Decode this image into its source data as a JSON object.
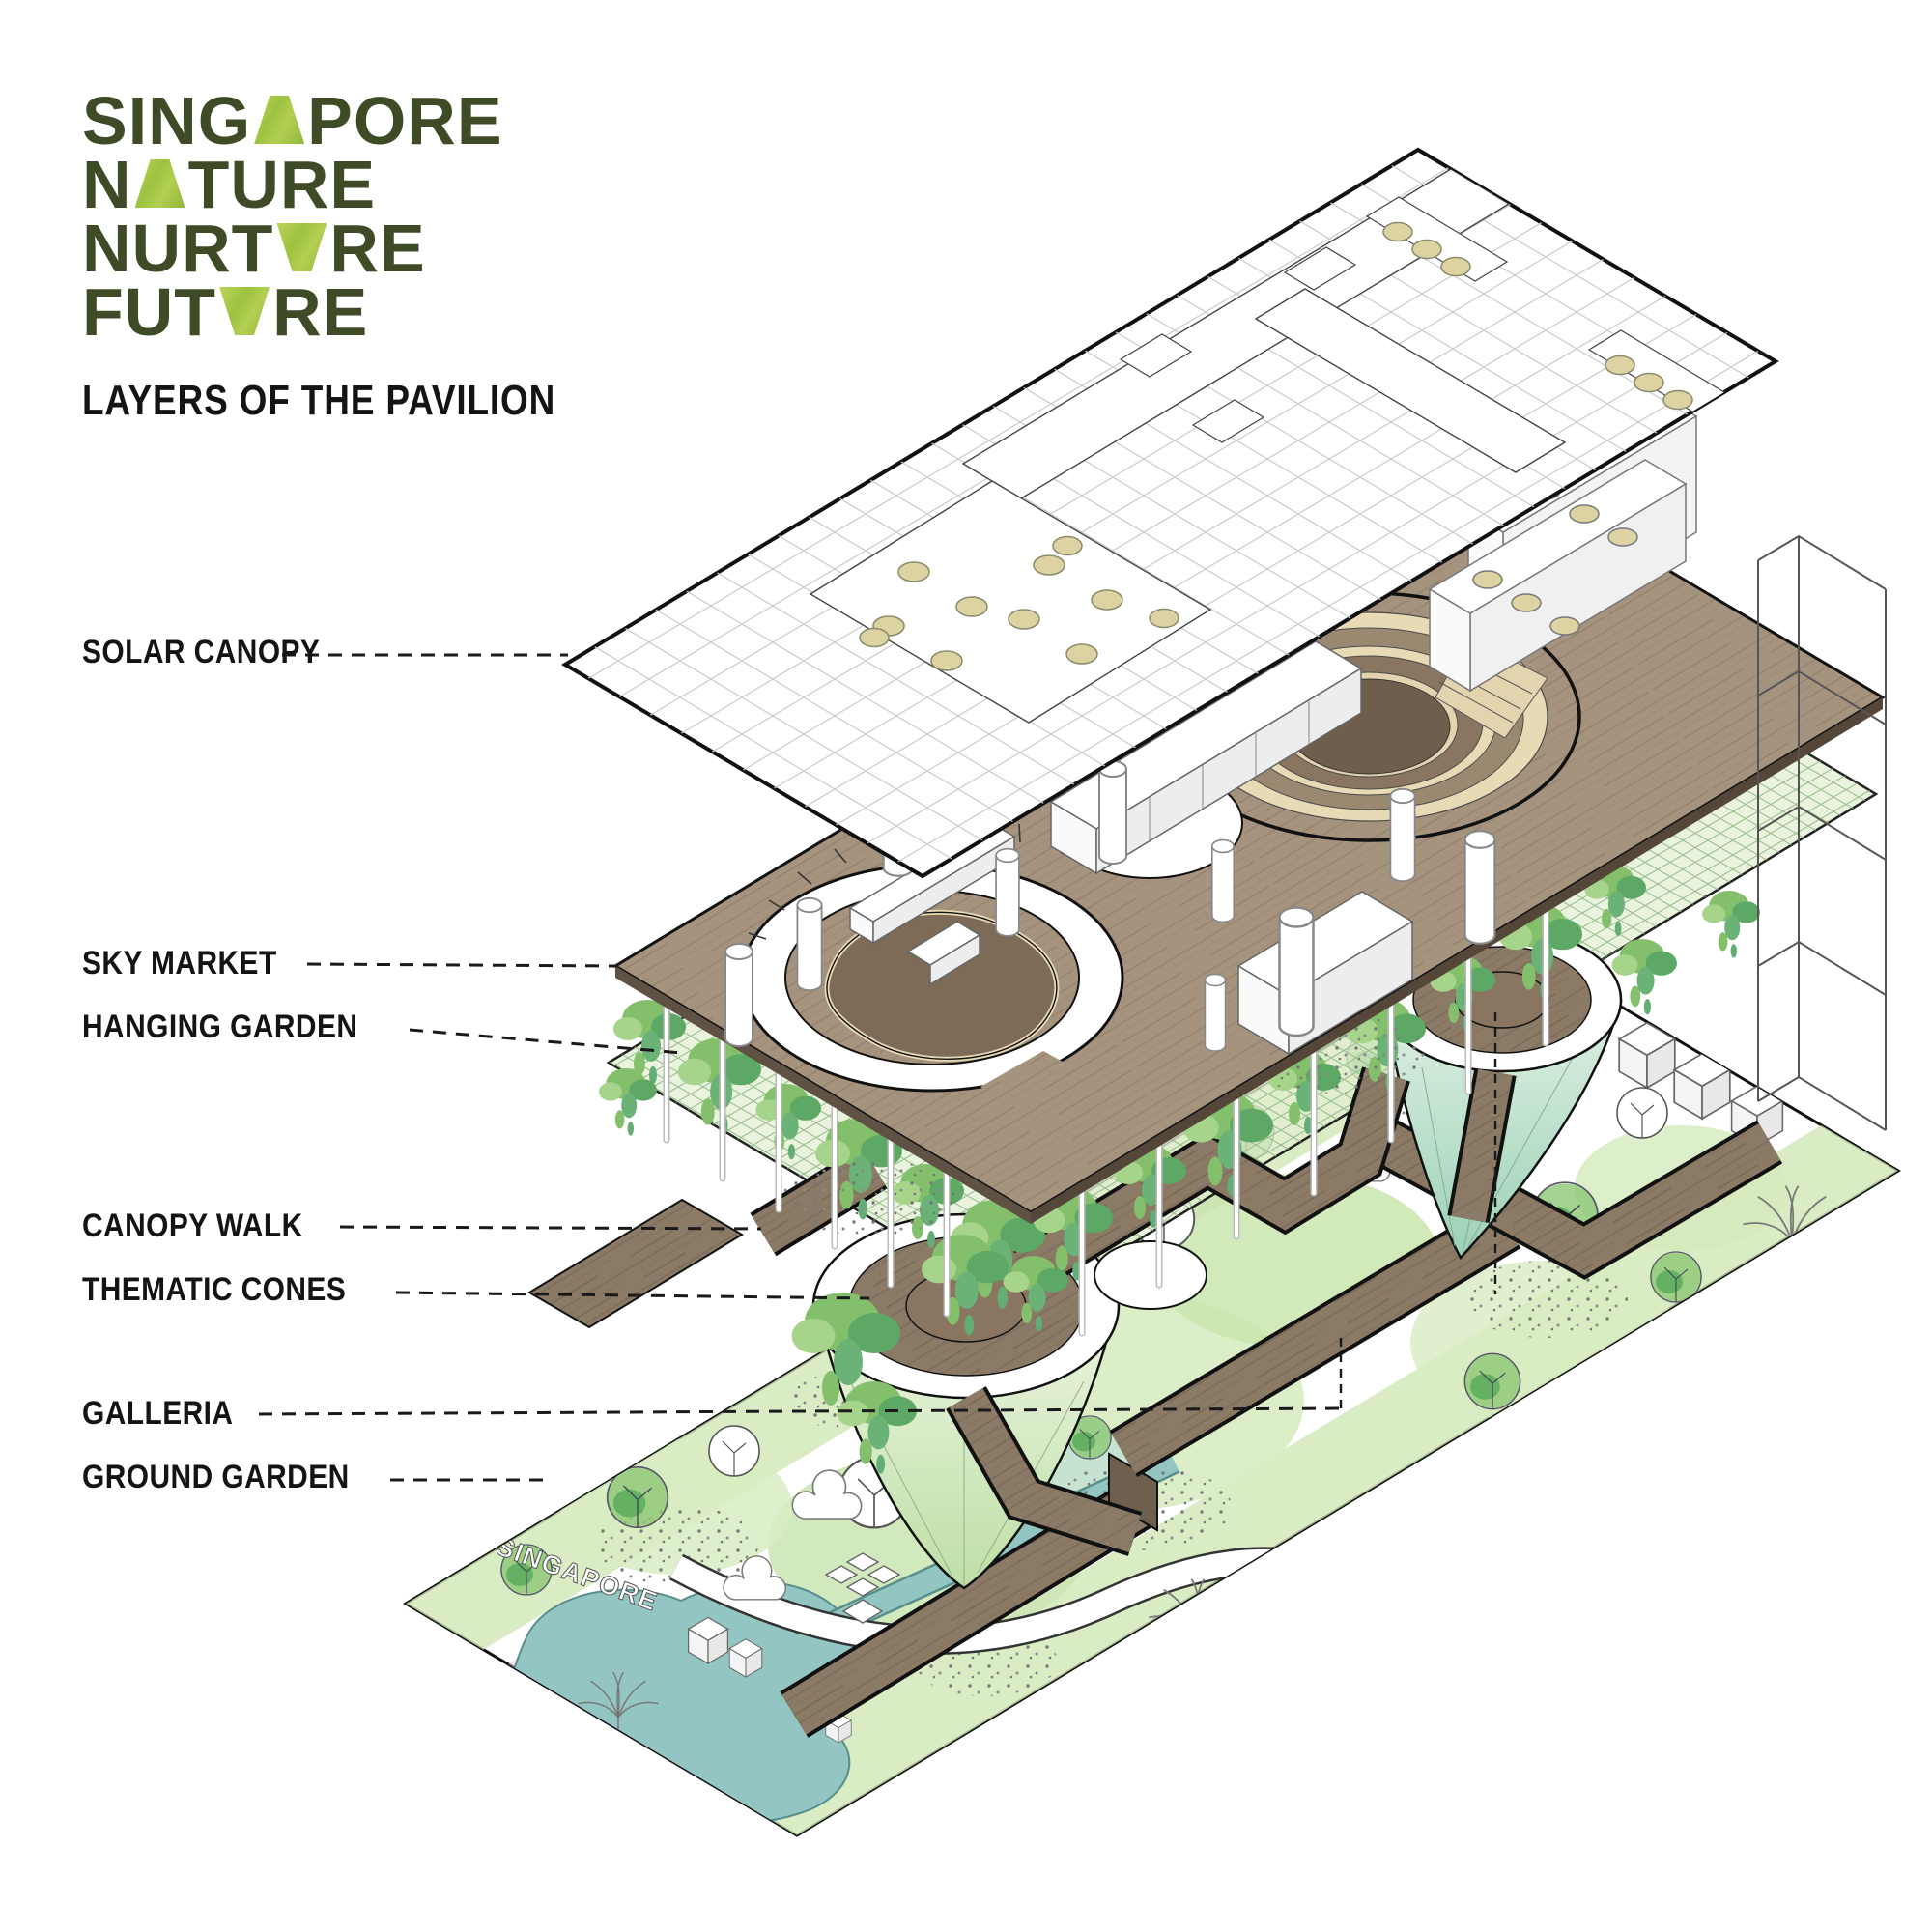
{
  "logo": {
    "lines": [
      {
        "before": "SING",
        "glyph": "leaf-trapezoid-up",
        "after": "PORE"
      },
      {
        "before": "N",
        "glyph": "leaf-trapezoid-up",
        "after": "TURE"
      },
      {
        "before": "NURT",
        "glyph": "leaf-trapezoid-down",
        "after": "RE"
      },
      {
        "before": "FUT",
        "glyph": "leaf-trapezoid-down",
        "after": "RE"
      }
    ],
    "text_color": "#3f4a26",
    "leaf_green": "#9cc23f"
  },
  "title": "LAYERS OF THE PAVILION",
  "labels": [
    {
      "id": "solar-canopy",
      "label": "SOLAR CANOPY"
    },
    {
      "id": "sky-market",
      "label": "SKY MARKET"
    },
    {
      "id": "hanging-garden",
      "label": "HANGING GARDEN"
    },
    {
      "id": "canopy-walk",
      "label": "CANOPY WALK"
    },
    {
      "id": "thematic-cones",
      "label": "THEMATIC CONES"
    },
    {
      "id": "galleria",
      "label": "GALLERIA"
    },
    {
      "id": "ground-garden",
      "label": "GROUND GARDEN"
    }
  ],
  "diagram": {
    "ground_sign": "SINGAPORE",
    "layers_top_to_bottom": [
      "solar-canopy",
      "sky-market",
      "hanging-garden",
      "canopy-walk",
      "thematic-cones",
      "galleria",
      "ground-garden"
    ],
    "colors": {
      "wood_deck": "#a6937e",
      "wood_walk": "#8b7a66",
      "amphitheater_dark": "#6f5e4b",
      "step_cream": "#e9dab6",
      "mesh_green": "#e2efd1",
      "foliage_green": "#7fbf6a",
      "pond_teal": "#93c6c2",
      "skylight_beige": "#ddd3a2",
      "grid_gray": "#cccccc",
      "outline_black": "#111111"
    }
  }
}
